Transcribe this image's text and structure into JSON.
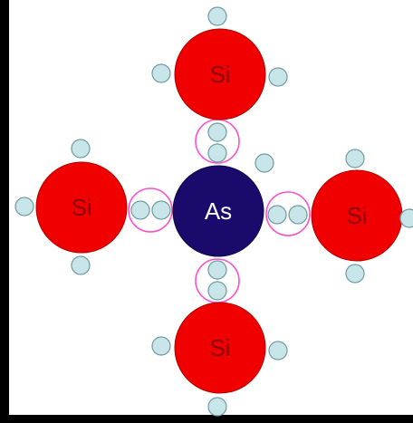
{
  "diagram": {
    "center_atom": {
      "label": "As",
      "color": "#1a0a6b",
      "text_color": "#ffffff"
    },
    "neighbor_atoms": [
      {
        "id": "top",
        "label": "Si"
      },
      {
        "id": "left",
        "label": "Si"
      },
      {
        "id": "right",
        "label": "Si"
      },
      {
        "id": "bottom",
        "label": "Si"
      }
    ],
    "neighbor_color": "#f00000",
    "neighbor_text_color": "#8a0000",
    "electron_fill": "#c8e6ea",
    "electron_stroke": "#6f9aa0",
    "bond_ring_color": "#ff4fc8",
    "frame_color": "#000000",
    "background_color": "#ffffff"
  }
}
